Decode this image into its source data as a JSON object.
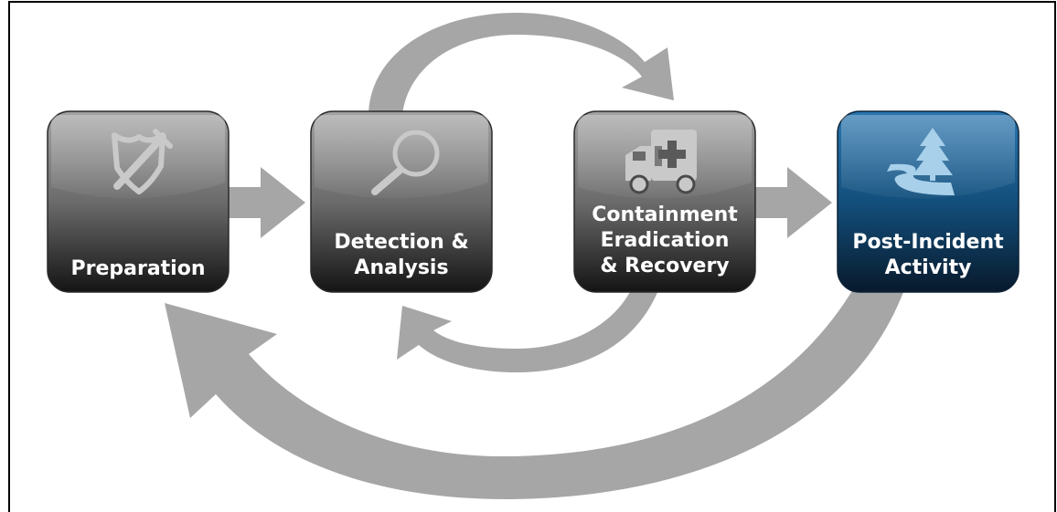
{
  "diagram": {
    "phases": [
      {
        "icon": "shield-sword-icon",
        "lines": [
          "Preparation"
        ]
      },
      {
        "icon": "magnifying-glass-icon",
        "lines": [
          "Detection &",
          "Analysis"
        ]
      },
      {
        "icon": "ambulance-icon",
        "lines": [
          "Containment",
          "Eradication",
          "& Recovery"
        ]
      },
      {
        "icon": "river-tree-icon",
        "lines": [
          "Post-Incident",
          "Activity"
        ]
      }
    ],
    "colors": {
      "arrow": "#a6a6a6",
      "box_gray_top": "#9c9c9c",
      "box_gray_bottom": "#151515",
      "box_blue_top": "#1e6aa3",
      "box_blue_bottom": "#0a1c30",
      "icon_gray": "#c9c9c9",
      "icon_blue": "#a8d0ea",
      "text": "#ffffff"
    }
  }
}
